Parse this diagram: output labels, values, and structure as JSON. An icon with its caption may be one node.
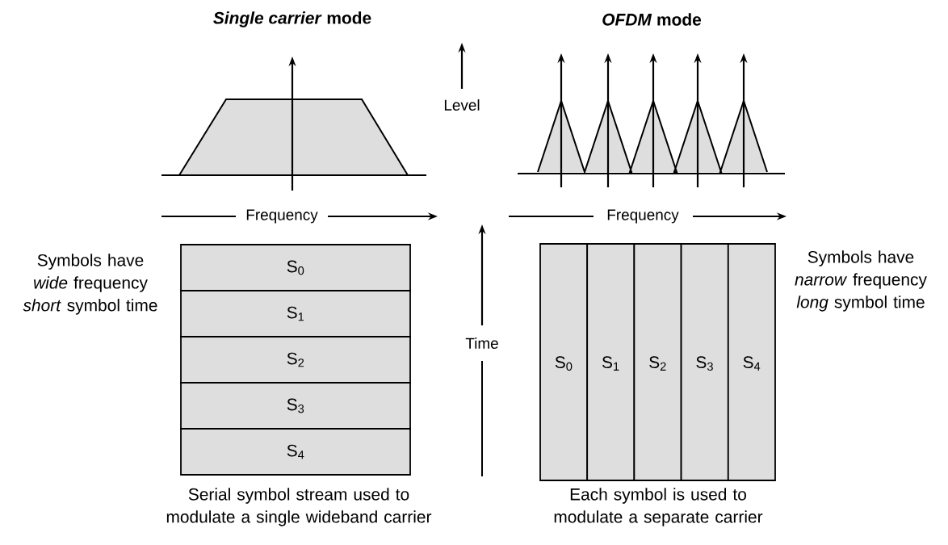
{
  "diagram": {
    "nodes": [
      {
        "text": [
          "S$_{0}$"
        ]
      },
      {
        "text": [
          "S$_{1}$"
        ]
      },
      {
        "text": [
          "S$_{2}$"
        ]
      },
      {
        "text": [
          "S$_{3}$"
        ]
      },
      {
        "text": [
          "S$_{4}$"
        ]
      },
      {
        "text": [
          "S$_{0}$"
        ]
      },
      {
        "text": [
          "S$_{1}$"
        ]
      },
      {
        "text": [
          "S$_{2}$"
        ]
      },
      {
        "text": [
          "S$_{3}$"
        ]
      },
      {
        "text": [
          "S$_{4}$"
        ]
      }
    ],
    "labels": [
      "*Single carrier* mode",
      "*OFDM* mode",
      "Level",
      "Frequency",
      "Frequency",
      "Time",
      "Symbols have *wide* frequency *short* symbol time",
      "Symbols have *narrow* frequency *long* symbol time",
      "Serial symbol stream used to modulate a single wideband carrier",
      "Each symbol is used to modulate a separate carrier"
    ]
  }
}
